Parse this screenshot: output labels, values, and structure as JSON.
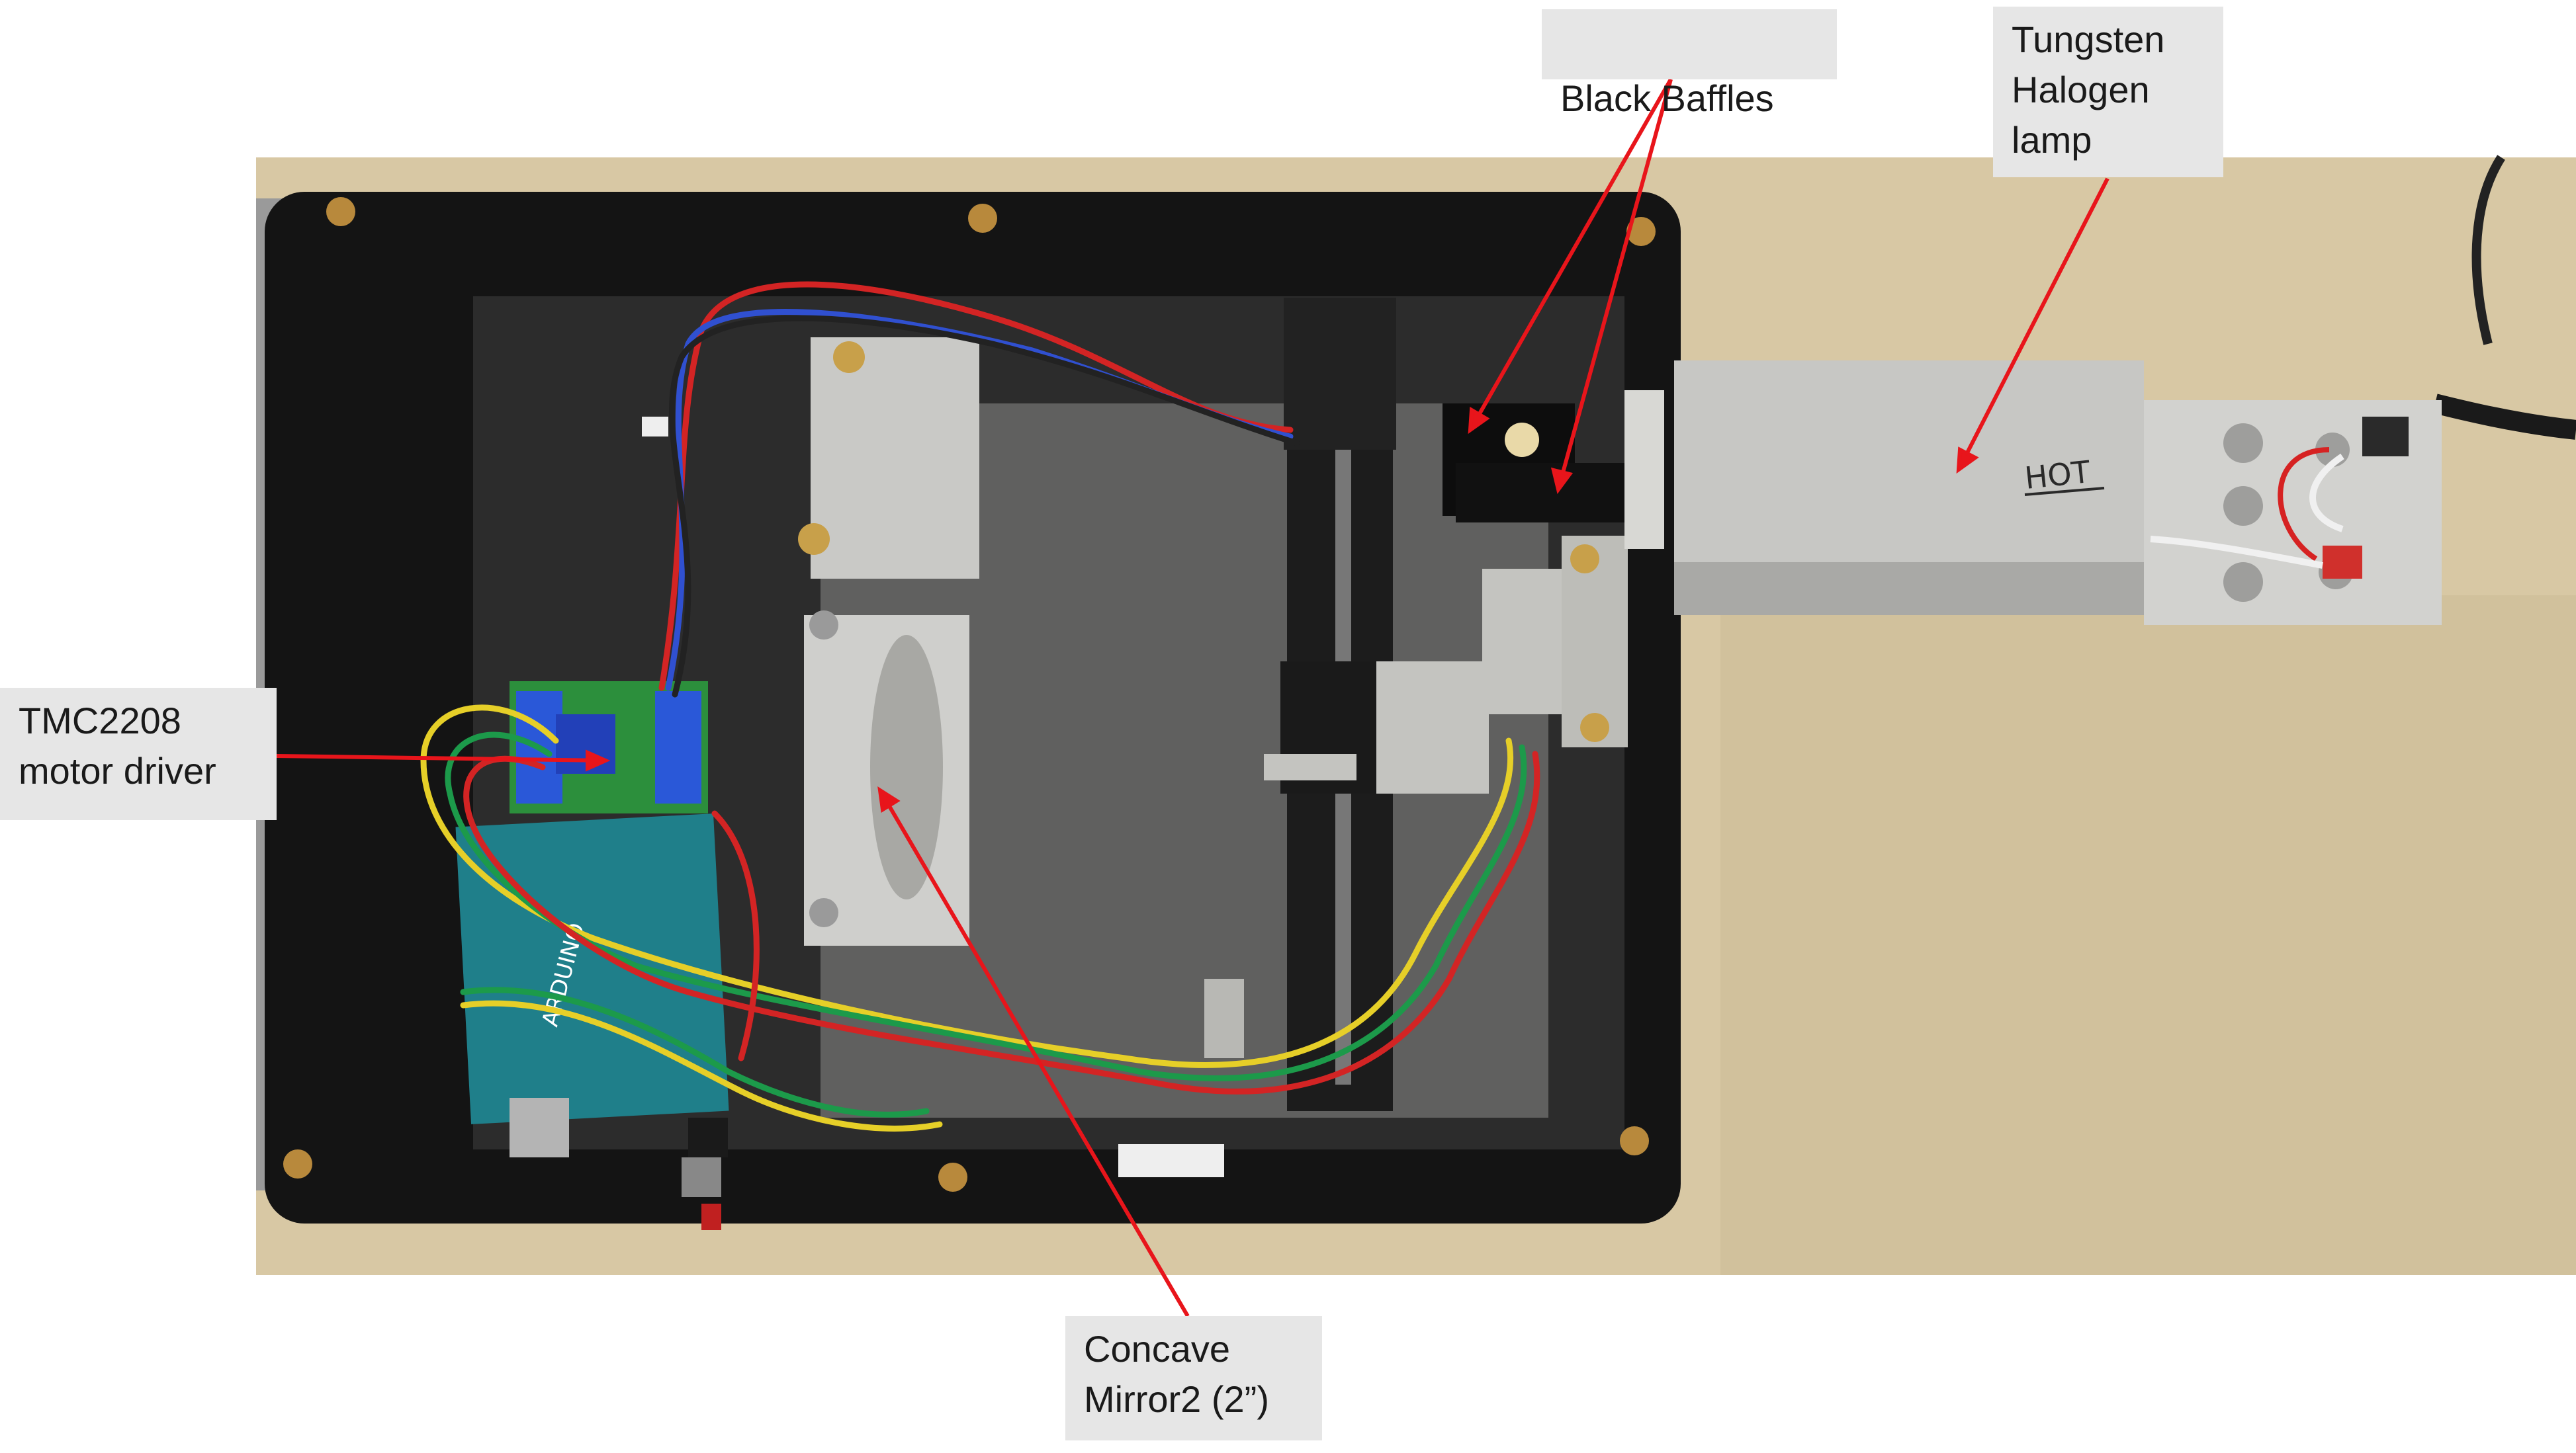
{
  "callouts": {
    "baffles": "Black Baffles",
    "lamp_line1": "Tungsten",
    "lamp_line2": "Halogen",
    "lamp_line3": "lamp",
    "driver_line1": "TMC2208",
    "driver_line2": "motor driver",
    "mirror_line1": "Concave",
    "mirror_line2": "Mirror2 (2”)"
  },
  "photo_text": {
    "lamp_housing_label": "HOT",
    "board_label": "ARDUINO"
  },
  "colors": {
    "arrow": "#e8151b",
    "callout_bg": "#e6e6e6",
    "table": "#d8c8a4",
    "enclosure": "#141414",
    "aluminum": "#c9c9c6",
    "arduino": "#1f7f8a",
    "driver_pcb": "#2c8f3c",
    "driver_module": "#2354d6"
  }
}
